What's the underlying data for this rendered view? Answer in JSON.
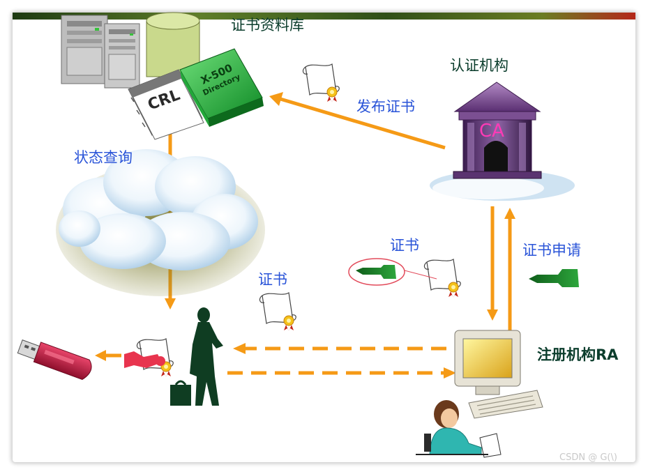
{
  "labels": {
    "repository": "证书资料库",
    "ca": "认证机构",
    "issue_cert": "发布证书",
    "status_query": "状态查询",
    "cert_mid": "证书",
    "cert_left": "证书",
    "cert_request": "证书申请",
    "ra": "注册机构RA"
  },
  "icons": {
    "crl": "CRL",
    "x500_line1": "X-500",
    "x500_line2": "Directory",
    "ca_building": "CA"
  },
  "watermark": "CSDN @ G(\\)",
  "colors": {
    "arrow": "#f59a16",
    "label_dark": "#0b3d2c",
    "label_blue": "#2a54d8"
  }
}
